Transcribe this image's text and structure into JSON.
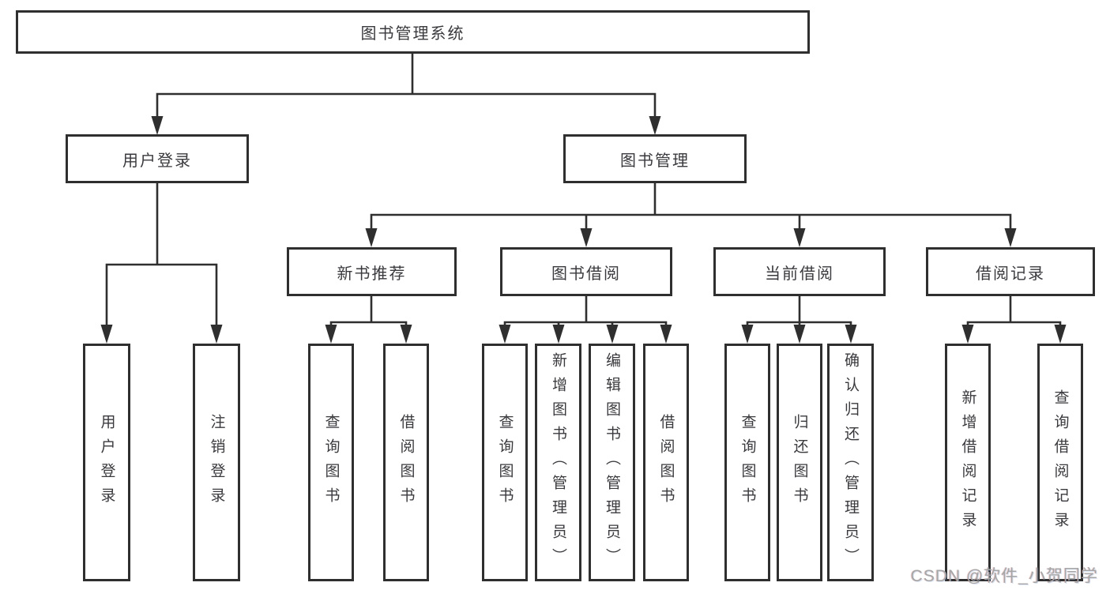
{
  "diagram": {
    "root": "图书管理系统",
    "modules": [
      {
        "label": "用户登录",
        "features": [
          "用户登录",
          "注销登录"
        ]
      },
      {
        "label": "图书管理",
        "submodules": [
          {
            "label": "新书推荐",
            "features": [
              "查询图书",
              "借阅图书"
            ]
          },
          {
            "label": "图书借阅",
            "features": [
              "查询图书",
              "新增图书（管理员）",
              "编辑图书（管理员）",
              "借阅图书"
            ]
          },
          {
            "label": "当前借阅",
            "features": [
              "查询图书",
              "归还图书",
              "确认归还（管理员）"
            ]
          },
          {
            "label": "借阅记录",
            "features": [
              "新增借阅记录",
              "查询借阅记录"
            ]
          }
        ]
      }
    ]
  },
  "watermark": "CSDN @软件_小贺同学",
  "colors": {
    "line": "#2f2f2f",
    "text": "#3a3a3e",
    "background": "#ffffff",
    "watermark": "#a6a6a6"
  }
}
